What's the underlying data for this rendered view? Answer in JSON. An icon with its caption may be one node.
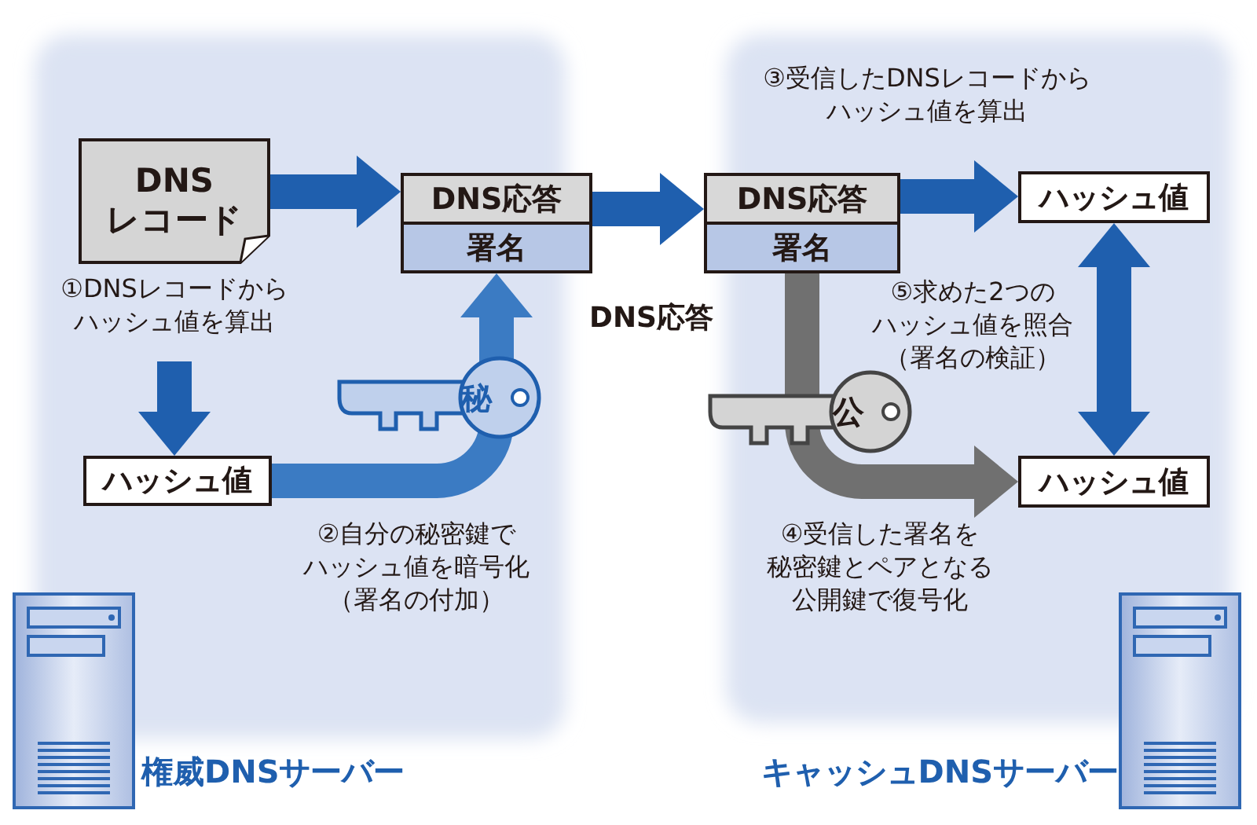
{
  "diagram": {
    "nodes": [
      {
        "text": [
          "DNS レコード"
        ],
        "beside": [
          "①DNSレコードからハッシュ値を算出"
        ]
      },
      {
        "text": [
          "DNS応答",
          "署名"
        ]
      },
      {
        "text": [
          "ハッシュ値"
        ]
      },
      {
        "text": [
          "DNS応答",
          "署名"
        ]
      },
      {
        "text": [
          "ハッシュ値"
        ]
      },
      {
        "text": [
          "ハッシュ値"
        ]
      }
    ],
    "edges": [
      {
        "from": 0,
        "to": 1,
        "arrow": "to"
      },
      {
        "from": 0,
        "to": 2,
        "arrow": "to"
      },
      {
        "from": 2,
        "to": 1,
        "arrow": "to",
        "color": "#3b7bc3"
      },
      {
        "from": 1,
        "to": 3,
        "arrow": "to",
        "label": "DNS応答"
      },
      {
        "from": 3,
        "to": 4,
        "arrow": "to"
      },
      {
        "from": 3,
        "to": 5,
        "arrow": "to",
        "color": "#707070"
      },
      {
        "from": 4,
        "to": 5,
        "arrow": "both"
      }
    ],
    "labels": [
      "③受信したDNSレコードからハッシュ値を算出",
      "⑤求めた2つのハッシュ値を照合（署名の検証）",
      "秘",
      "公",
      "②自分の秘密鍵でハッシュ値を暗号化（署名の付加）",
      "④受信した署名を秘密鍵とペアとなる公開鍵で復号化",
      "権威DNSサーバー",
      "キャッシュDNSサーバー"
    ]
  }
}
